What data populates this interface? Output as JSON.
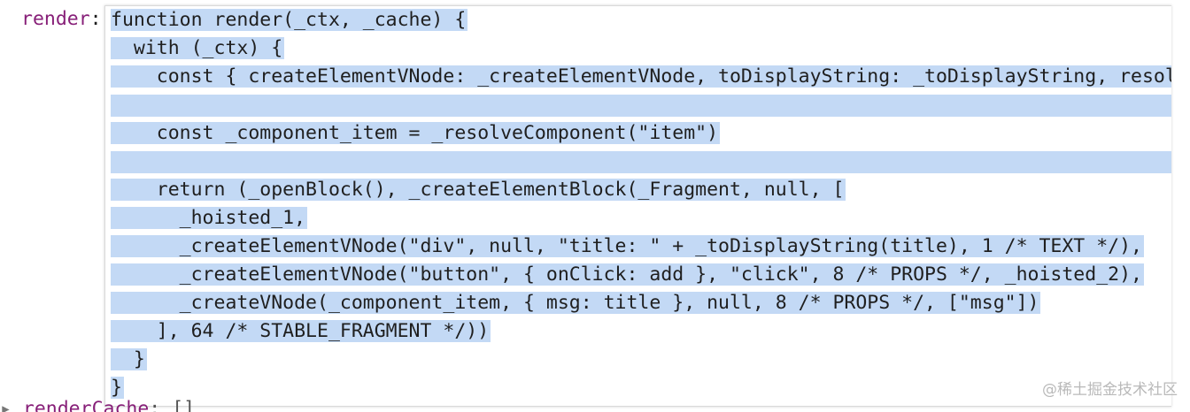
{
  "object_view": {
    "property_key": "render",
    "property_separator": ":",
    "next_property": {
      "expand_arrow": "▸",
      "key": "renderCache",
      "separator": ":",
      "value": " []"
    }
  },
  "code": {
    "lines": [
      "function render(_ctx, _cache) {",
      "  with (_ctx) {",
      "    const { createElementVNode: _createElementVNode, toDisplayString: _toDisplayString, resolveComponent: _resolveComponent, createVNode: _createVNode, Fragment: _Fragment, openBlock: _openBlock, createElementBlock: _createElementBlock } = _Vue",
      "",
      "    const _component_item = _resolveComponent(\"item\")",
      "",
      "    return (_openBlock(), _createElementBlock(_Fragment, null, [",
      "      _hoisted_1,",
      "      _createElementVNode(\"div\", null, \"title: \" + _toDisplayString(title), 1 /* TEXT */),",
      "      _createElementVNode(\"button\", { onClick: add }, \"click\", 8 /* PROPS */, _hoisted_2),",
      "      _createVNode(_component_item, { msg: title }, null, 8 /* PROPS */, [\"msg\"])",
      "    ], 64 /* STABLE_FRAGMENT */))",
      "  }",
      "}"
    ]
  },
  "watermark": {
    "text": "@稀土掘金技术社区"
  },
  "colors": {
    "selection": "#c3d9f5",
    "property_key": "#871f78",
    "panel_border": "#d9d9d9"
  }
}
